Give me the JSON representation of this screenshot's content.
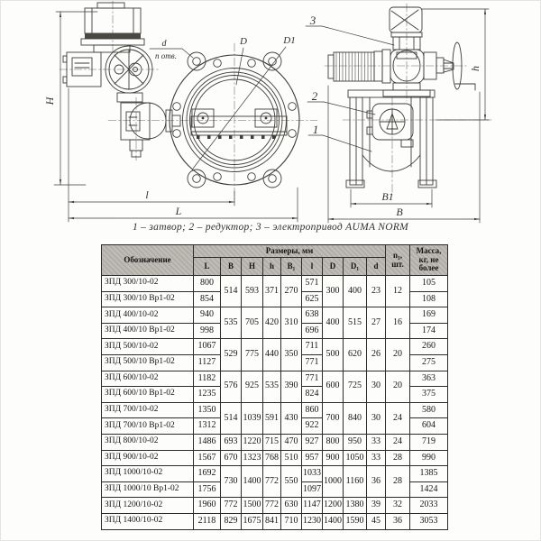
{
  "drawing": {
    "caption": "1 – затвор; 2 – редуктор; 3 – электропривод AUMA NORM",
    "front_view": {
      "dim_H": "H",
      "dim_l": "l",
      "dim_L": "L",
      "dim_D": "D",
      "dim_D1": "D1",
      "holes_d": "d",
      "holes_n": "n отв."
    },
    "side_view": {
      "dim_h": "h",
      "dim_B1": "B1",
      "dim_B": "B",
      "item_1": "1",
      "item_2": "2",
      "item_3": "3"
    }
  },
  "table": {
    "header": {
      "designation": "Обозначение",
      "dims_group": "Размеры, мм",
      "dims": [
        "L",
        "B",
        "H",
        "h",
        "B₁",
        "l",
        "D",
        "D₁",
        "d"
      ],
      "qty_lines": [
        "n₁,",
        "шт."
      ],
      "mass_lines": [
        "Масса,",
        "кг, не",
        "более"
      ]
    },
    "rows": [
      {
        "name": "ЗПД 300/10-02",
        "cells": [
          [
            "800",
            1
          ],
          [
            "514",
            2
          ],
          [
            "593",
            2
          ],
          [
            "371",
            2
          ],
          [
            "270",
            2
          ],
          [
            "571",
            1
          ],
          [
            "300",
            2
          ],
          [
            "400",
            2
          ],
          [
            "23",
            2
          ],
          [
            "12",
            2
          ],
          [
            "105",
            1
          ]
        ]
      },
      {
        "name": "ЗПД 300/10 Вр1-02",
        "cells": [
          [
            "854",
            1
          ],
          null,
          null,
          null,
          null,
          [
            "625",
            1
          ],
          null,
          null,
          null,
          null,
          [
            "108",
            1
          ]
        ]
      },
      {
        "name": "ЗПД 400/10-02",
        "cells": [
          [
            "940",
            1
          ],
          [
            "535",
            2
          ],
          [
            "705",
            2
          ],
          [
            "420",
            2
          ],
          [
            "310",
            2
          ],
          [
            "638",
            1
          ],
          [
            "400",
            2
          ],
          [
            "515",
            2
          ],
          [
            "27",
            2
          ],
          [
            "16",
            2
          ],
          [
            "169",
            1
          ]
        ]
      },
      {
        "name": "ЗПД 400/10 Вр1-02",
        "cells": [
          [
            "998",
            1
          ],
          null,
          null,
          null,
          null,
          [
            "696",
            1
          ],
          null,
          null,
          null,
          null,
          [
            "174",
            1
          ]
        ]
      },
      {
        "name": "ЗПД 500/10-02",
        "cells": [
          [
            "1067",
            1
          ],
          [
            "529",
            2
          ],
          [
            "775",
            2
          ],
          [
            "440",
            2
          ],
          [
            "350",
            2
          ],
          [
            "711",
            1
          ],
          [
            "500",
            2
          ],
          [
            "620",
            2
          ],
          [
            "26",
            2
          ],
          [
            "20",
            2
          ],
          [
            "260",
            1
          ]
        ]
      },
      {
        "name": "ЗПД 500/10 Вр1-02",
        "cells": [
          [
            "1127",
            1
          ],
          null,
          null,
          null,
          null,
          [
            "771",
            1
          ],
          null,
          null,
          null,
          null,
          [
            "275",
            1
          ]
        ]
      },
      {
        "name": "ЗПД 600/10-02",
        "cells": [
          [
            "1182",
            1
          ],
          [
            "576",
            2
          ],
          [
            "925",
            2
          ],
          [
            "535",
            2
          ],
          [
            "390",
            2
          ],
          [
            "771",
            1
          ],
          [
            "600",
            2
          ],
          [
            "725",
            2
          ],
          [
            "30",
            2
          ],
          [
            "20",
            2
          ],
          [
            "363",
            1
          ]
        ]
      },
      {
        "name": "ЗПД 600/10 Вр1-02",
        "cells": [
          [
            "1235",
            1
          ],
          null,
          null,
          null,
          null,
          [
            "824",
            1
          ],
          null,
          null,
          null,
          null,
          [
            "375",
            1
          ]
        ]
      },
      {
        "name": "ЗПД 700/10-02",
        "cells": [
          [
            "1350",
            1
          ],
          [
            "514",
            2
          ],
          [
            "1039",
            2
          ],
          [
            "591",
            2
          ],
          [
            "430",
            2
          ],
          [
            "860",
            1
          ],
          [
            "700",
            2
          ],
          [
            "840",
            2
          ],
          [
            "30",
            2
          ],
          [
            "24",
            2
          ],
          [
            "580",
            1
          ]
        ]
      },
      {
        "name": "ЗПД 700/10 Вр1-02",
        "cells": [
          [
            "1312",
            1
          ],
          null,
          null,
          null,
          null,
          [
            "922",
            1
          ],
          null,
          null,
          null,
          null,
          [
            "604",
            1
          ]
        ]
      },
      {
        "name": "ЗПД 800/10-02",
        "cells": [
          [
            "1486",
            1
          ],
          [
            "693",
            1
          ],
          [
            "1220",
            1
          ],
          [
            "715",
            1
          ],
          [
            "470",
            1
          ],
          [
            "927",
            1
          ],
          [
            "800",
            1
          ],
          [
            "950",
            1
          ],
          [
            "33",
            1
          ],
          [
            "24",
            1
          ],
          [
            "719",
            1
          ]
        ]
      },
      {
        "name": "ЗПД 900/10-02",
        "cells": [
          [
            "1567",
            1
          ],
          [
            "670",
            1
          ],
          [
            "1323",
            1
          ],
          [
            "768",
            1
          ],
          [
            "510",
            1
          ],
          [
            "957",
            1
          ],
          [
            "900",
            1
          ],
          [
            "1050",
            1
          ],
          [
            "33",
            1
          ],
          [
            "28",
            1
          ],
          [
            "990",
            1
          ]
        ]
      },
      {
        "name": "ЗПД 1000/10-02",
        "cells": [
          [
            "1692",
            1
          ],
          [
            "730",
            2
          ],
          [
            "1400",
            2
          ],
          [
            "772",
            2
          ],
          [
            "550",
            2
          ],
          [
            "1033",
            1
          ],
          [
            "1000",
            2
          ],
          [
            "1160",
            2
          ],
          [
            "36",
            2
          ],
          [
            "28",
            2
          ],
          [
            "1385",
            1
          ]
        ]
      },
      {
        "name": "ЗПД 1000/10 Вр1-02",
        "cells": [
          [
            "1756",
            1
          ],
          null,
          null,
          null,
          null,
          [
            "1097",
            1
          ],
          null,
          null,
          null,
          null,
          [
            "1424",
            1
          ]
        ]
      },
      {
        "name": "ЗПД 1200/10-02",
        "cells": [
          [
            "1960",
            1
          ],
          [
            "772",
            1
          ],
          [
            "1500",
            1
          ],
          [
            "772",
            1
          ],
          [
            "630",
            1
          ],
          [
            "1147",
            1
          ],
          [
            "1200",
            1
          ],
          [
            "1380",
            1
          ],
          [
            "39",
            1
          ],
          [
            "32",
            1
          ],
          [
            "2033",
            1
          ]
        ]
      },
      {
        "name": "ЗПД 1400/10-02",
        "cells": [
          [
            "2118",
            1
          ],
          [
            "829",
            1
          ],
          [
            "1675",
            1
          ],
          [
            "841",
            1
          ],
          [
            "710",
            1
          ],
          [
            "1230",
            1
          ],
          [
            "1400",
            1
          ],
          [
            "1590",
            1
          ],
          [
            "45",
            1
          ],
          [
            "36",
            1
          ],
          [
            "3053",
            1
          ]
        ]
      }
    ]
  }
}
